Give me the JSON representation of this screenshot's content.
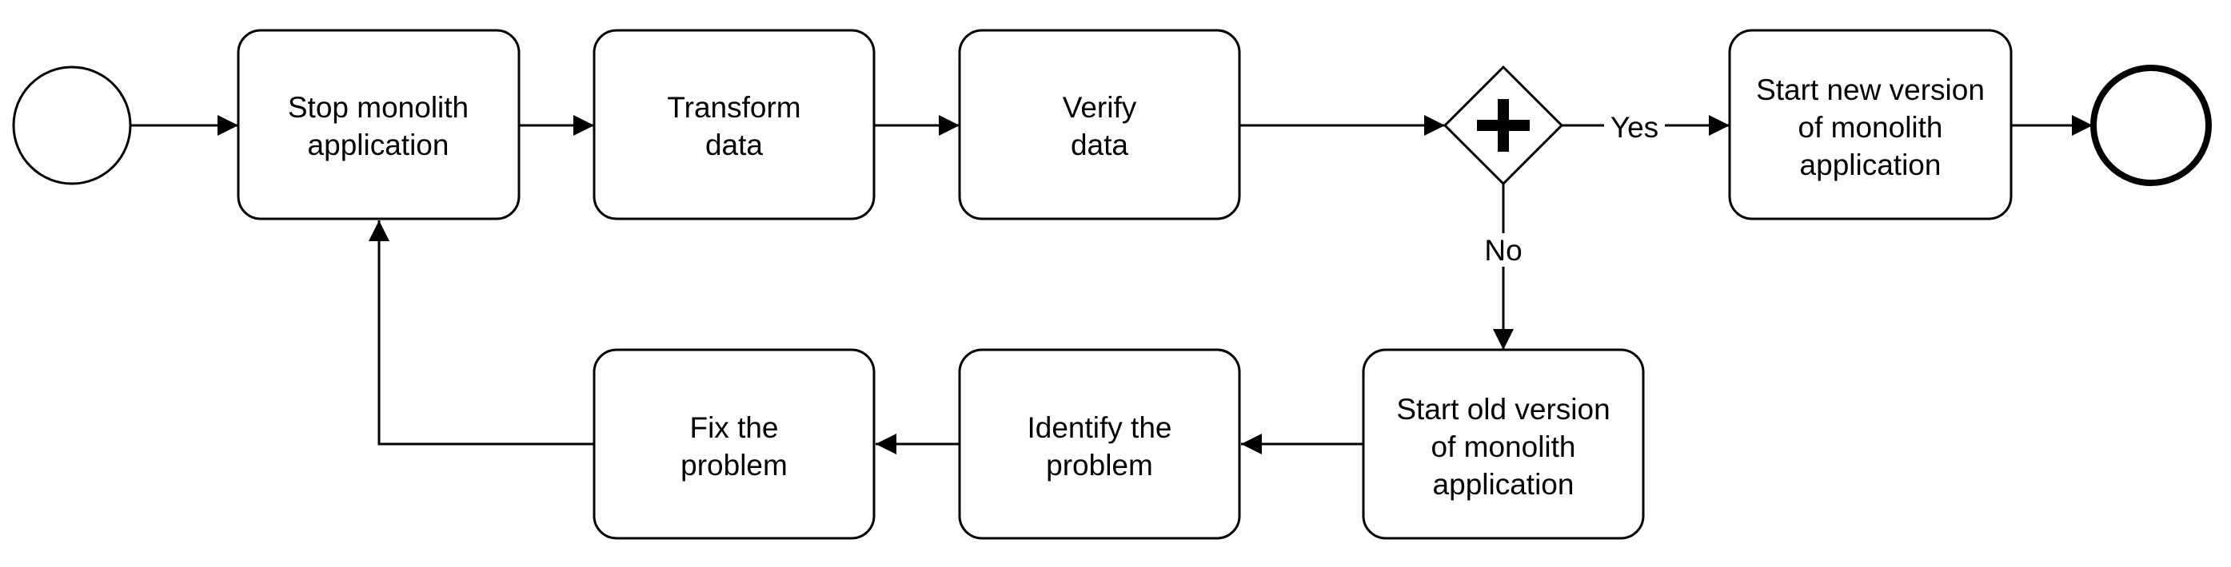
{
  "diagram": {
    "type": "bpmn-process",
    "tasks": {
      "stop_monolith": [
        "Stop monolith",
        "application"
      ],
      "transform_data": [
        "Transform",
        "data"
      ],
      "verify_data": [
        "Verify",
        "data"
      ],
      "start_new_version": [
        "Start new version",
        "of monolith",
        "application"
      ],
      "start_old_version": [
        "Start old version",
        "of monolith",
        "application"
      ],
      "identify_problem": [
        "Identify the",
        "problem"
      ],
      "fix_problem": [
        "Fix the",
        "problem"
      ]
    },
    "gateway": {
      "kind": "parallel",
      "yes_label": "Yes",
      "no_label": "No"
    }
  }
}
